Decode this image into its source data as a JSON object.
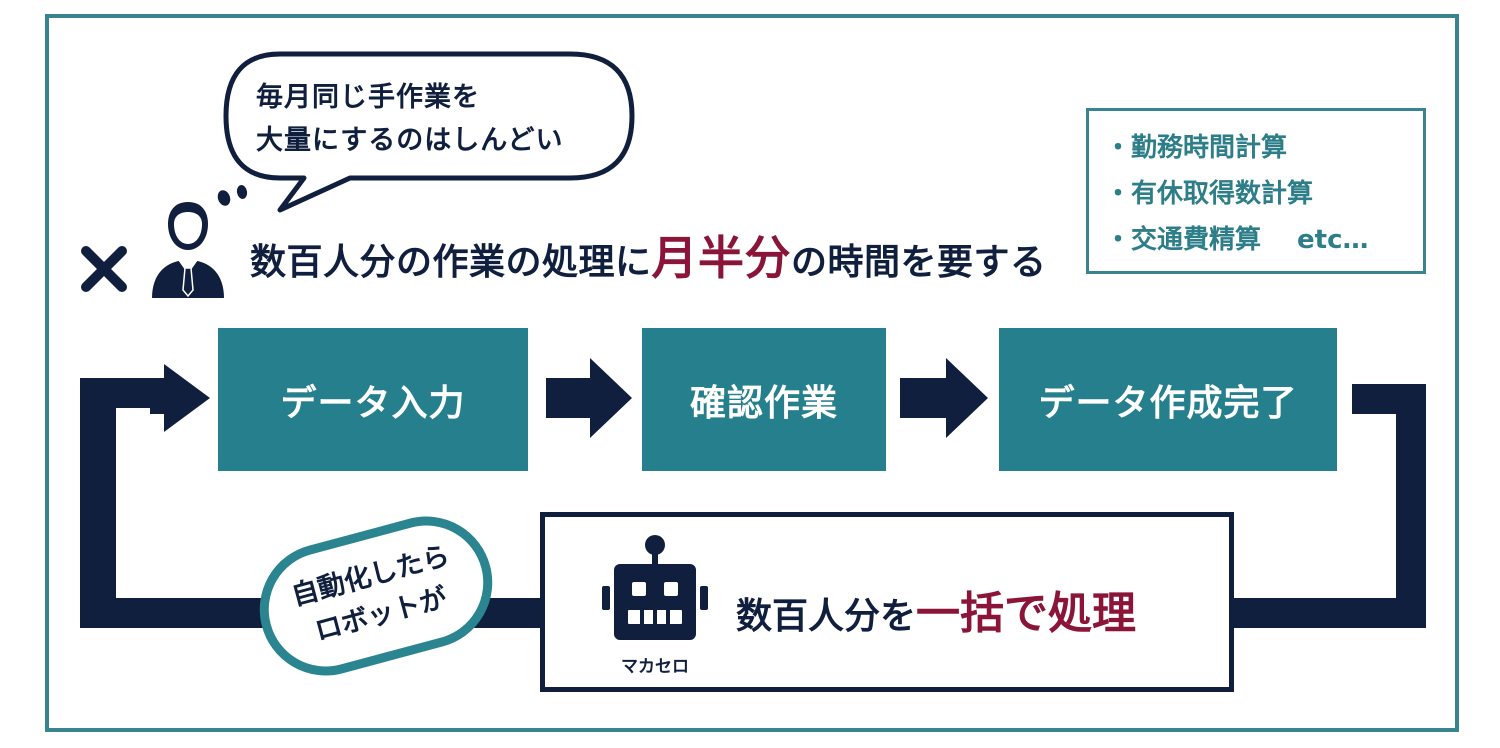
{
  "speech_bubble": {
    "line1": "毎月同じ手作業を",
    "line2": "大量にするのはしんどい"
  },
  "problem": {
    "cross_mark": "×",
    "headline_before": "数百人分の作業の処理に",
    "headline_highlight": "月半分",
    "headline_after": "の時間を要する"
  },
  "examples": {
    "bullet": "・",
    "items": [
      "勤務時間計算",
      "有休取得数計算",
      "交通費精算"
    ],
    "etc": "etc…"
  },
  "process": {
    "steps": [
      "データ入力",
      "確認作業",
      "データ作成完了"
    ]
  },
  "automation": {
    "badge_line1": "自動化したら",
    "badge_line2": "ロボットが",
    "robot_name": "マカセロ",
    "result_before": "数百人分を",
    "result_highlight": "一括で処理"
  },
  "colors": {
    "navy": "#0f1f3d",
    "teal": "#267f8c",
    "accent_red": "#8a1538"
  }
}
